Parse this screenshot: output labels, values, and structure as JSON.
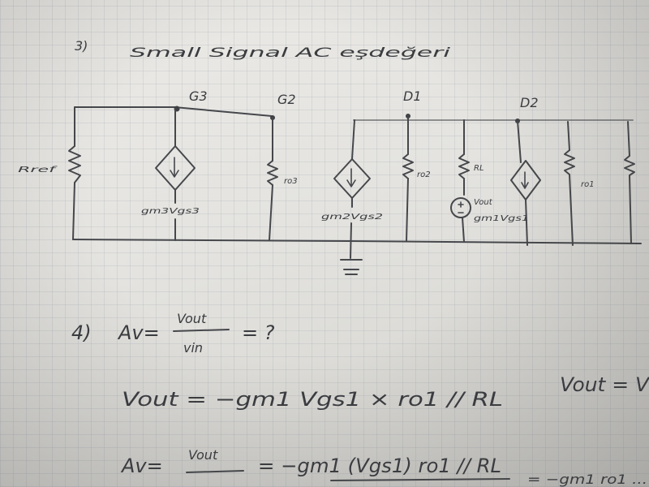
{
  "section3": {
    "number": "3)",
    "title": "Small Signal AC eşdeğeri"
  },
  "circuit": {
    "nodes": {
      "g3": "G3",
      "g2": "G2",
      "d1": "D1",
      "d2": "D2"
    },
    "components": {
      "rref": "Rref",
      "gm3_source": "gm3Vgs3",
      "ro3": "ro3",
      "gm2_source": "gm2Vgs2",
      "ro2": "ro2",
      "rl": "RL",
      "vout": "Vout",
      "gm1_source": "gm1Vgs1",
      "ro1": "ro1"
    }
  },
  "section4": {
    "number": "4)",
    "av_prefix": "Av=",
    "av_num": "Vout",
    "av_den": "vin",
    "av_tail": "= ?",
    "line2": "Vout = −gm1 Vgs1 × ro1 // RL",
    "line2_right": "Vout = V",
    "line3_prefix": "Av=",
    "line3_num": "Vout",
    "line3_eq": "= −gm1 (Vgs1) ro1 // RL",
    "line3_right": "= −gm1 ro1 ..."
  },
  "colors": {
    "ink": "#3a3c40",
    "paper": "#e7e6e2",
    "grid": "#8c96aa"
  }
}
